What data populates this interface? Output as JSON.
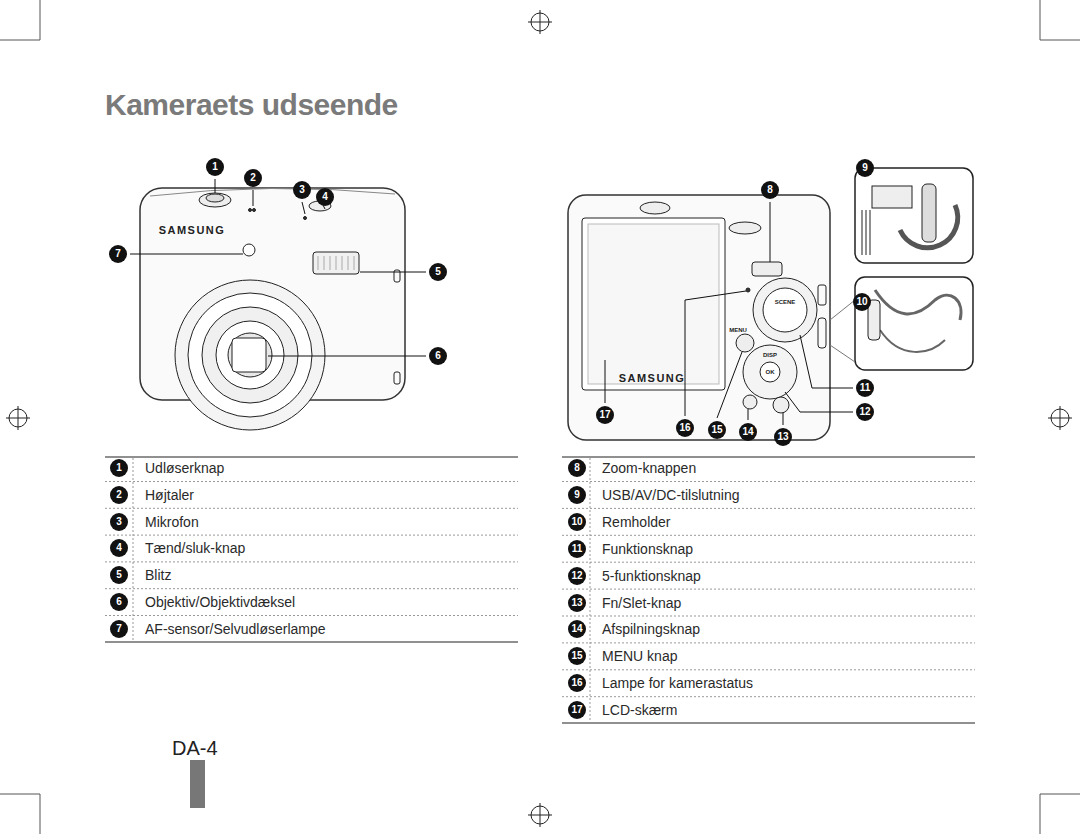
{
  "diagram": {
    "title": "Kameraets udseende",
    "labels": [
      "1",
      "2",
      "3",
      "4",
      "5",
      "6",
      "7",
      "8",
      "9",
      "10",
      "11",
      "12",
      "13",
      "14",
      "15",
      "16",
      "17",
      "SAMSUNG",
      "SAMSUNG",
      "MENU",
      "DISP",
      "OK",
      "SCENE",
      "1",
      "Udløserknap",
      "2",
      "Højtaler",
      "3",
      "Mikrofon",
      "4",
      "Tænd/sluk-knap",
      "5",
      "Blitz",
      "6",
      "Objektiv/Objektivdæksel",
      "7",
      "AF-sensor/Selvudløserlampe",
      "8",
      "Zoom-knappen",
      "9",
      "USB/AV/DC-tilslutning",
      "10",
      "Remholder",
      "11",
      "Funktionsknap",
      "12",
      "5-funktionsknap",
      "13",
      "Fn/Slet-knap",
      "14",
      "Afspilningsknap",
      "15",
      "MENU knap",
      "16",
      "Lampe for kamerastatus",
      "17",
      "LCD-skærm",
      "DA-4"
    ]
  }
}
